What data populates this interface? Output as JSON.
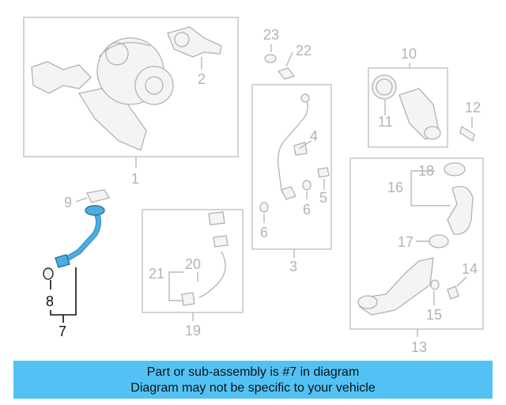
{
  "callouts": {
    "n1": "1",
    "n2": "2",
    "n3": "3",
    "n4": "4",
    "n5": "5",
    "n6a": "6",
    "n6b": "6",
    "n7": "7",
    "n8": "8",
    "n9": "9",
    "n10": "10",
    "n11": "11",
    "n12": "12",
    "n13": "13",
    "n14": "14",
    "n15": "15",
    "n16": "16",
    "n17": "17",
    "n18": "18",
    "n19": "19",
    "n20": "20",
    "n21": "21",
    "n22": "22",
    "n23": "23"
  },
  "banner": {
    "line1": "Part or sub-assembly is #7 in diagram",
    "line2": "Diagram may not be specific to your vehicle"
  },
  "colors": {
    "highlight_part": "#4aaee3",
    "banner_bg": "#52c2f5"
  }
}
